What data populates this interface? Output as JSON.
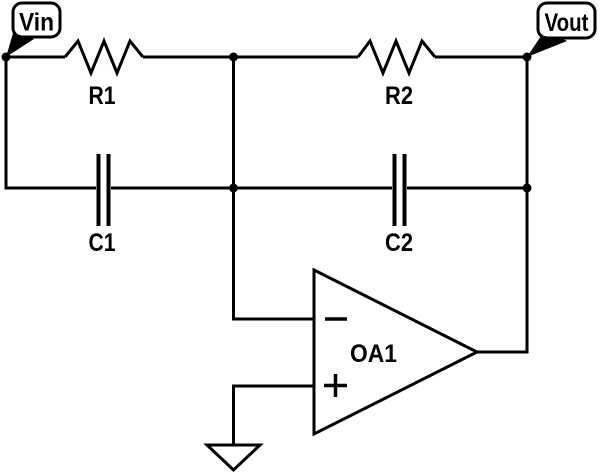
{
  "canvas": {
    "background": "#ffffff",
    "ink": "#000000"
  },
  "callouts": {
    "vin": {
      "label": "Vin"
    },
    "vout": {
      "label": "Vout"
    }
  },
  "components": {
    "r1": {
      "type": "resistor",
      "label": "R1"
    },
    "r2": {
      "type": "resistor",
      "label": "R2"
    },
    "c1": {
      "type": "capacitor",
      "label": "C1"
    },
    "c2": {
      "type": "capacitor",
      "label": "C2"
    },
    "oa1": {
      "type": "opamp",
      "label": "OA1",
      "inverting_input_icon": "minus-icon",
      "noninverting_input_icon": "plus-icon"
    },
    "gnd": {
      "type": "ground",
      "icon": "ground-icon"
    }
  }
}
